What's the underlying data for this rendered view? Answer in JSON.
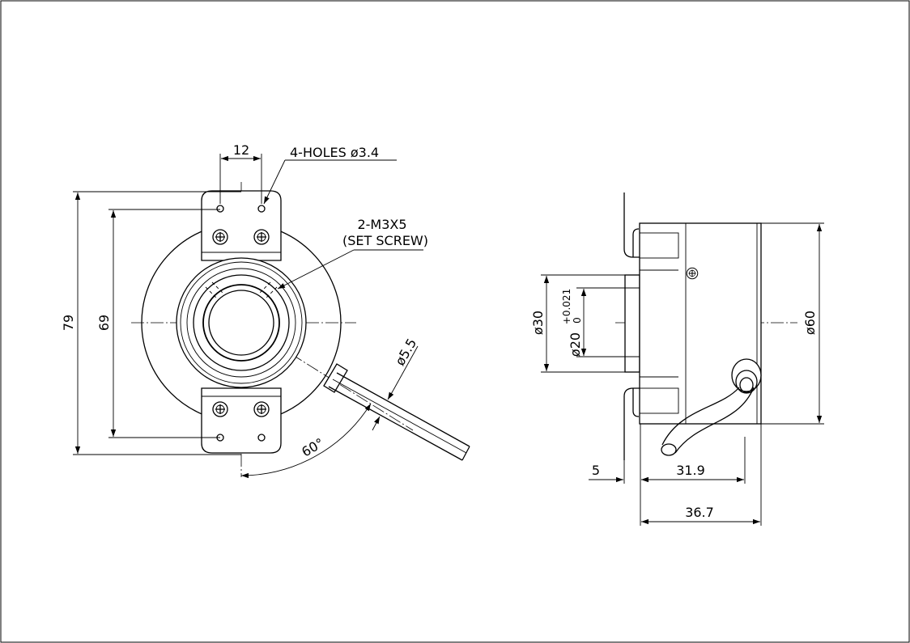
{
  "front_view": {
    "dim_mounting_pitch": "12",
    "note_holes": "4-HOLES ø3.4",
    "note_setscrew_line1": "2-M3X5",
    "note_setscrew_line2": "(SET SCREW)",
    "dim_cable": "ø5.5",
    "dim_height_outer": "79",
    "dim_height_inner": "69",
    "dim_angle": "60°"
  },
  "side_view": {
    "dim_boss_dia": "ø30",
    "dim_bore_dia": "ø20",
    "tol_upper": "+0.021",
    "tol_lower": "0",
    "dim_body_dia": "ø60",
    "dim_flange": "5",
    "dim_body_len": "31.9",
    "dim_total_len": "36.7"
  }
}
